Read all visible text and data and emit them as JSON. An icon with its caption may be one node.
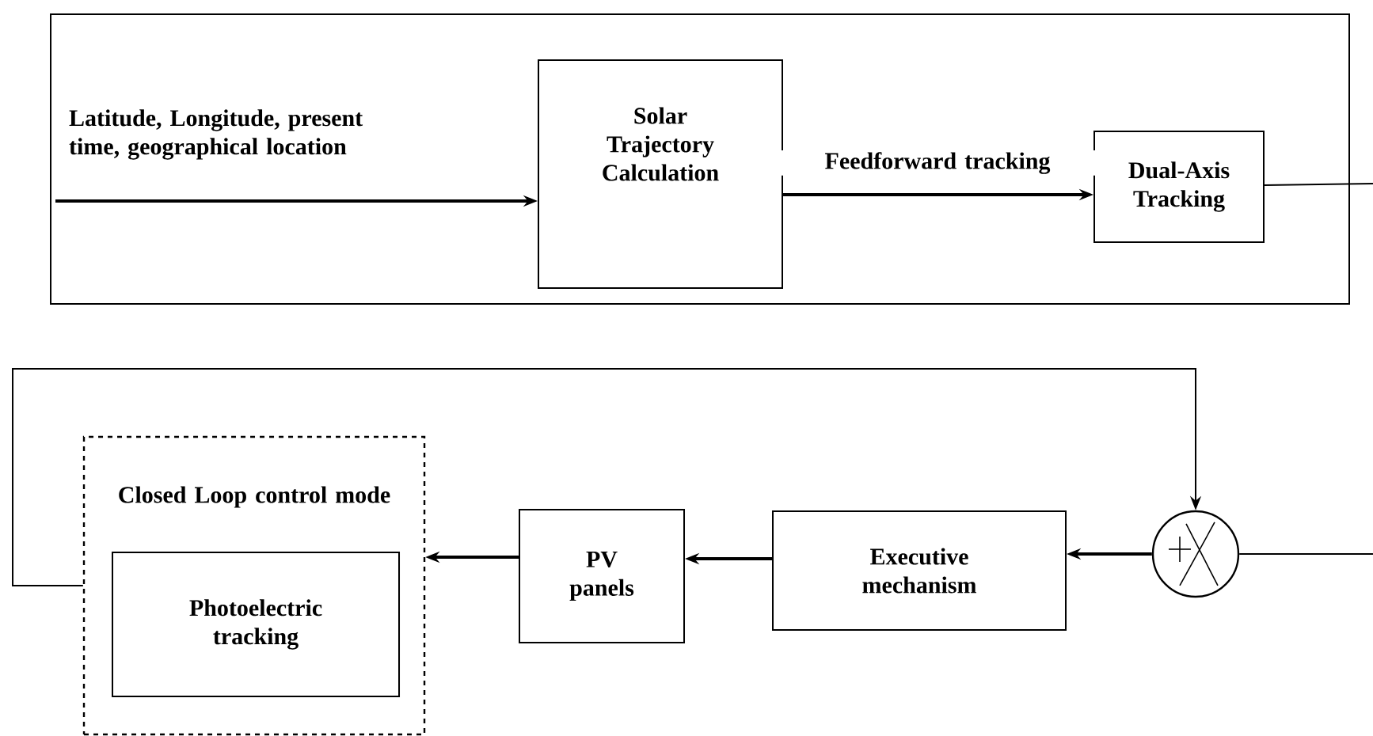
{
  "diagram": {
    "nodes": [
      {
        "text": [],
        "shape": "box"
      },
      {
        "text": [
          "Solar Trajectory Calculation"
        ],
        "in": 0
      },
      {
        "text": [
          "Dual-Axis Tracking"
        ],
        "in": 0
      },
      {
        "text": [
          "Closed Loop control mode"
        ]
      },
      {
        "text": [
          "Photoelectric tracking"
        ],
        "in": 3
      },
      {
        "text": [
          "PV panels"
        ]
      },
      {
        "text": [
          "Executive mechanism"
        ]
      },
      {
        "text": [],
        "shape": "circle"
      }
    ],
    "edges": [
      {
        "from": null,
        "to": 1,
        "arrow": "to",
        "label": "Latitude, Longitude, present time, geographical location"
      },
      {
        "from": 1,
        "to": 2,
        "arrow": "to",
        "label": "Feedforward tracking"
      },
      {
        "from": 2,
        "to": null,
        "arrow": "none"
      },
      {
        "from": null,
        "to": 7,
        "arrow": "none"
      },
      {
        "from": 7,
        "to": 6,
        "arrow": "to"
      },
      {
        "from": 6,
        "to": 5,
        "arrow": "to"
      },
      {
        "from": 5,
        "to": 3,
        "arrow": "to"
      },
      {
        "from": 3,
        "to": 7,
        "arrow": "to"
      }
    ]
  }
}
